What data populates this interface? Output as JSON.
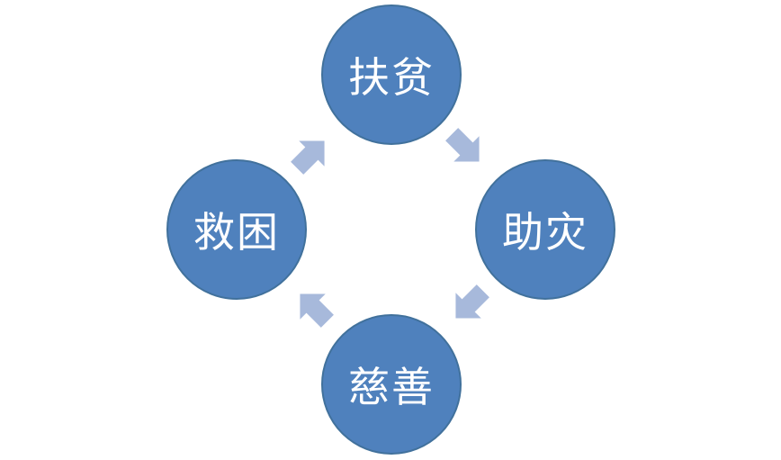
{
  "diagram": {
    "nodes": [
      {
        "id": "top",
        "label": "扶贫"
      },
      {
        "id": "right",
        "label": "助灾"
      },
      {
        "id": "bottom",
        "label": "慈善"
      },
      {
        "id": "left",
        "label": "救困"
      }
    ],
    "flow": [
      {
        "from": "top",
        "to": "right"
      },
      {
        "from": "right",
        "to": "bottom"
      },
      {
        "from": "bottom",
        "to": "left"
      },
      {
        "from": "left",
        "to": "top"
      }
    ]
  },
  "colors": {
    "node_fill": "#4f81bd",
    "node_border": "#41719c",
    "arrow_fill": "#a7b9db",
    "label": "#ffffff"
  }
}
